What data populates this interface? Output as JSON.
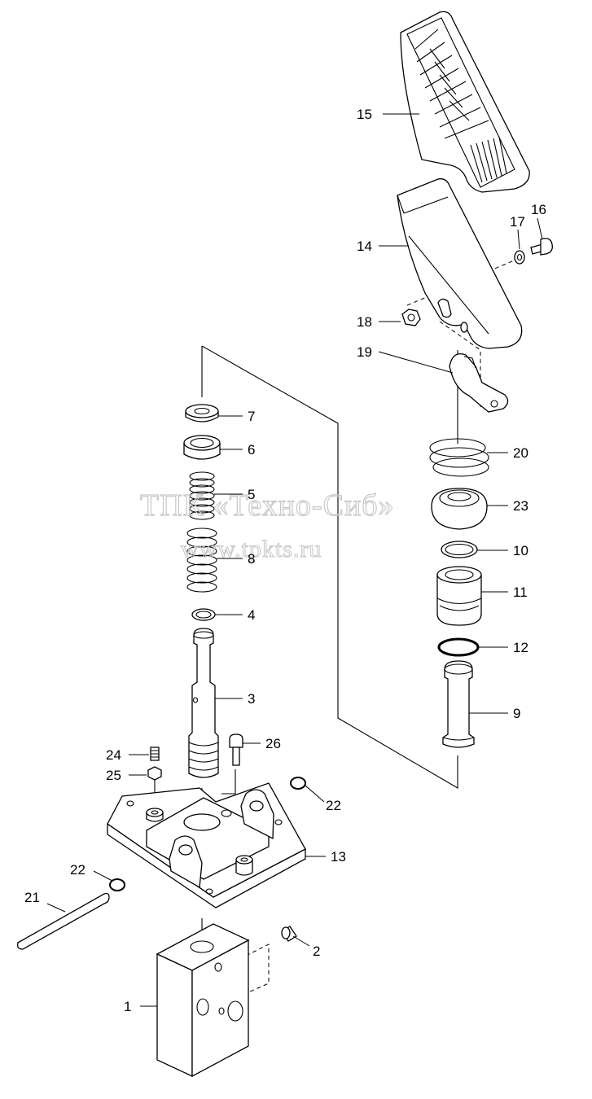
{
  "watermark": {
    "company": "ТПК «Техно-Сиб»",
    "url": "www.tpkts.ru"
  },
  "parts": {
    "p1": "1",
    "p2": "2",
    "p3": "3",
    "p4": "4",
    "p5": "5",
    "p6": "6",
    "p7": "7",
    "p8": "8",
    "p9": "9",
    "p10": "10",
    "p11": "11",
    "p12": "12",
    "p13": "13",
    "p14": "14",
    "p15": "15",
    "p16": "16",
    "p17": "17",
    "p18": "18",
    "p19": "19",
    "p20": "20",
    "p21": "21",
    "p22a": "22",
    "p22b": "22",
    "p23": "23",
    "p24": "24",
    "p25": "25",
    "p26": "26"
  }
}
